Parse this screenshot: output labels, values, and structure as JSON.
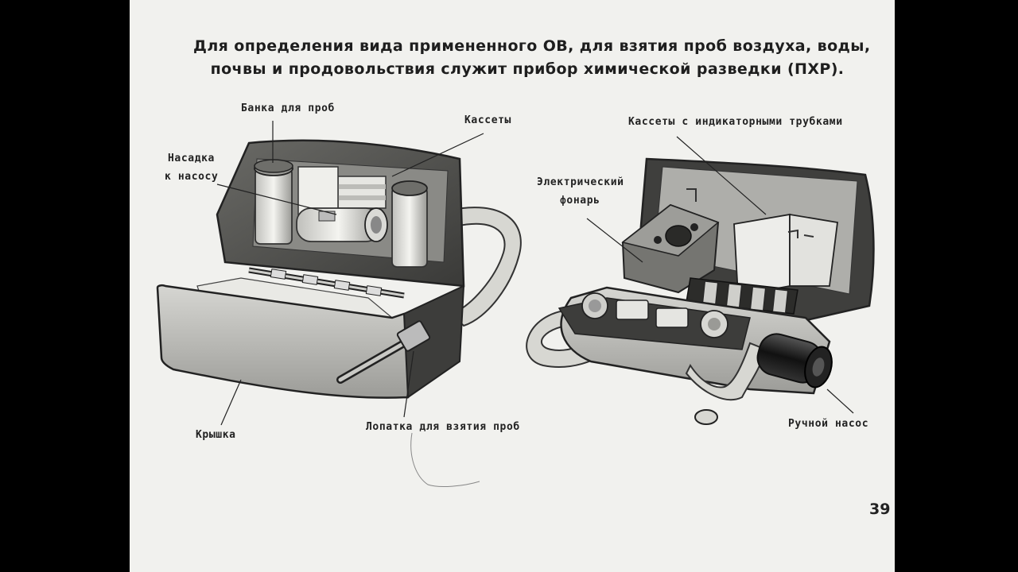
{
  "caption": {
    "line1": "Для определения вида примененного ОВ, для взятия проб воздуха, воды,",
    "line2": "почвы и продовольствия служит прибор химической разведки (ПХР)."
  },
  "left_device": {
    "labels": {
      "sample_jar": "Банка для проб",
      "pump_nozzle_line1": "Насадка",
      "pump_nozzle_line2": "к насосу",
      "cassettes": "Кассеты",
      "lid": "Крышка",
      "sampling_spatula": "Лопатка для взятия проб"
    }
  },
  "right_device": {
    "labels": {
      "indicator_tube_cassettes": "Кассеты с индикаторными трубками",
      "flashlight_line1": "Электрический",
      "flashlight_line2": "фонарь",
      "hand_pump": "Ручной насос"
    }
  },
  "page_number": "39",
  "colors": {
    "page": "#f1f1ee",
    "ink": "#222222",
    "bag_light": "#cfcfcb",
    "bag_dark": "#4a4a48"
  }
}
